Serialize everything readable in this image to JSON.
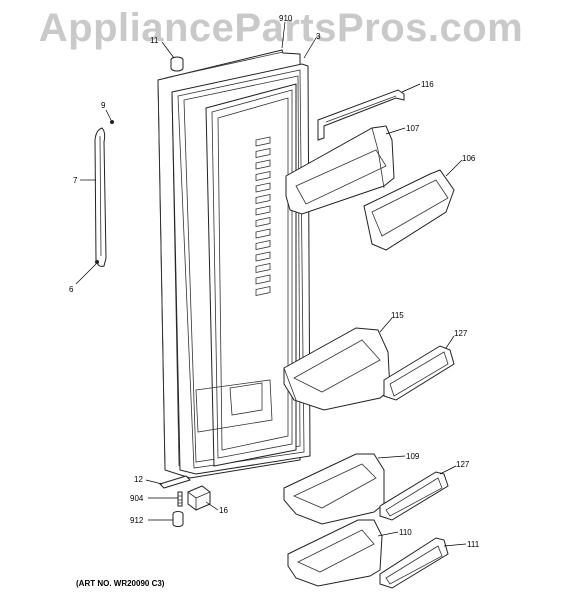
{
  "watermark": "AppliancePartsPros.com",
  "art_number": "(ART NO. WR20090 C3)",
  "callouts": [
    {
      "id": "910",
      "label": "910"
    },
    {
      "id": "3",
      "label": "3"
    },
    {
      "id": "11",
      "label": "11"
    },
    {
      "id": "9",
      "label": "9"
    },
    {
      "id": "7",
      "label": "7"
    },
    {
      "id": "6",
      "label": "6"
    },
    {
      "id": "116",
      "label": "116"
    },
    {
      "id": "107",
      "label": "107"
    },
    {
      "id": "106",
      "label": "106"
    },
    {
      "id": "115",
      "label": "115"
    },
    {
      "id": "127a",
      "label": "127"
    },
    {
      "id": "109",
      "label": "109"
    },
    {
      "id": "127b",
      "label": "127"
    },
    {
      "id": "110",
      "label": "110"
    },
    {
      "id": "111",
      "label": "111"
    },
    {
      "id": "12",
      "label": "12"
    },
    {
      "id": "904",
      "label": "904"
    },
    {
      "id": "16",
      "label": "16"
    },
    {
      "id": "912",
      "label": "912"
    }
  ]
}
